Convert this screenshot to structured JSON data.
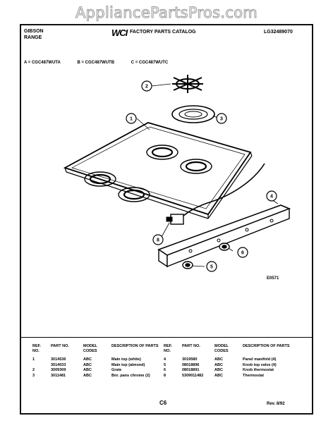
{
  "watermark": "AppliancePartsPros.com",
  "header": {
    "brand_line1": "GIBSON",
    "brand_line2": "RANGE",
    "logo": "WCI",
    "catalog_title": "FACTORY PARTS CATALOG",
    "catalog_number": "LG32489070"
  },
  "models": {
    "a": "A = CGC487WUTA",
    "b": "B = CGC487WUTB",
    "c": "C = CGC487WUTC"
  },
  "callouts": [
    "1",
    "2",
    "3",
    "4",
    "5",
    "6",
    "8"
  ],
  "diagram_code": "E0571",
  "table": {
    "headers": {
      "ref": "REF. NO.",
      "part": "PART NO.",
      "model": "MODEL CODES",
      "desc": "DESCRIPTION OF PARTS"
    },
    "left_rows": [
      {
        "ref": "1",
        "part": "3014536",
        "model": "ABC",
        "desc": "Main top (white)"
      },
      {
        "ref": "",
        "part": "3014033",
        "model": "ABC",
        "desc": "Main top (almond)"
      },
      {
        "ref": "2",
        "part": "3009309",
        "model": "ABC",
        "desc": "Grate"
      },
      {
        "ref": "3",
        "part": "3011481",
        "model": "ABC",
        "desc": "Bnr. pans chrome (2)"
      }
    ],
    "right_rows": [
      {
        "ref": "4",
        "part": "3019580",
        "model": "ABC",
        "desc": "Panel manifold (4)"
      },
      {
        "ref": "5",
        "part": "08018896",
        "model": "ABC",
        "desc": "Knob top valve (4)"
      },
      {
        "ref": "6",
        "part": "08018891",
        "model": "ABC",
        "desc": "Knob thermostat"
      },
      {
        "ref": "8",
        "part": "5309011482",
        "model": "ABC",
        "desc": "Thermostat"
      }
    ]
  },
  "footer": {
    "page": "C6",
    "revision": "Rev. 8/92"
  }
}
